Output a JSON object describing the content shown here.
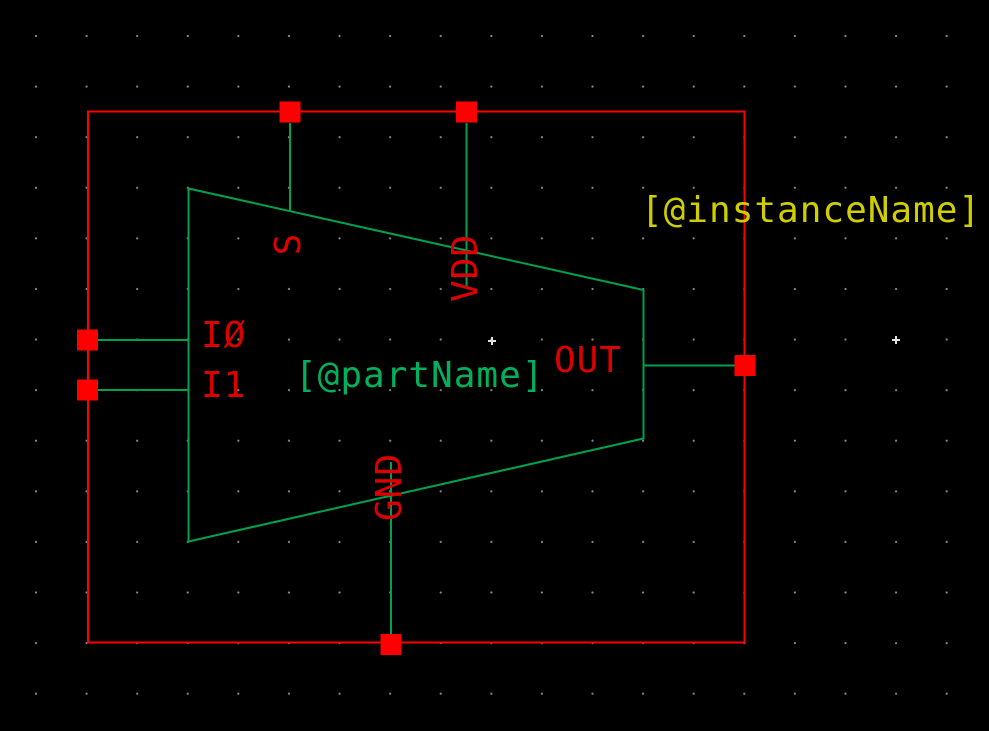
{
  "editor": {
    "name": "symbol-editor-canvas",
    "symbol": {
      "part_name_label": "[@partName]",
      "instance_name_label": "[@instanceName]",
      "pins": {
        "s": {
          "label": "S"
        },
        "vdd": {
          "label": "VDD"
        },
        "i0": {
          "label": "IØ"
        },
        "i1": {
          "label": "I1"
        },
        "out": {
          "label": "OUT"
        },
        "gnd": {
          "label": "GND"
        }
      }
    },
    "colors": {
      "background": "#000000",
      "grid_dot": "#8a8a96",
      "bounding_box_red": "#ff0000",
      "pin_marker_red": "#ff0000",
      "pin_label_red": "#dc0000",
      "symbol_outline_green": "#00a14e",
      "part_name_green": "#00b05c",
      "instance_name_yellow": "#cfcf00",
      "origin_marker_white": "#e0e0e0"
    }
  }
}
